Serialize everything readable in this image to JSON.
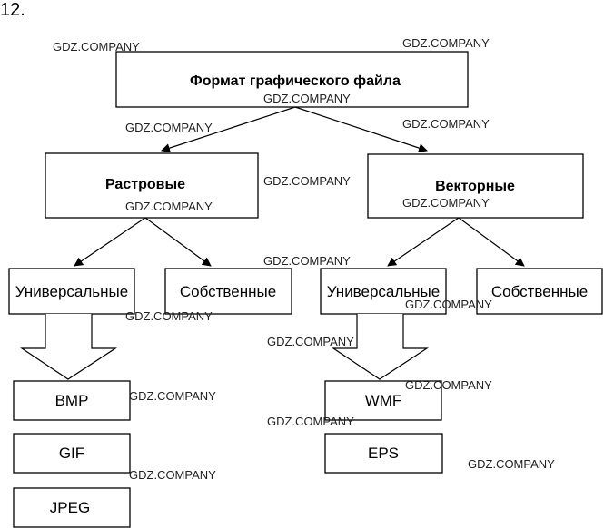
{
  "problem_number": "12.",
  "nodes": {
    "root": "Формат графического файла",
    "raster": "Растровые",
    "vector": "Векторные",
    "raster_universal": "Универсальные",
    "raster_own": "Собственные",
    "vector_universal": "Универсальные",
    "vector_own": "Собственные",
    "bmp": "BMP",
    "gif": "GIF",
    "jpeg": "JPEG",
    "wmf": "WMF",
    "eps": "EPS"
  },
  "watermark": "GDZ.COMPANY"
}
